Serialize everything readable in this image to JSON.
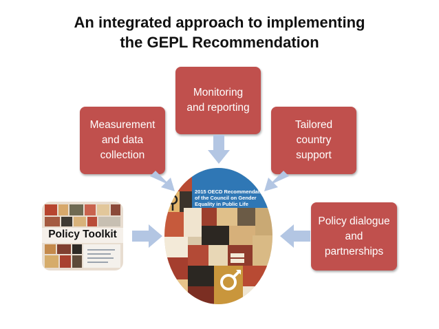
{
  "title": {
    "line1": "An integrated approach to implementing",
    "line2": "the GEPL Recommendation"
  },
  "boxes": {
    "measurement": [
      "Measurement",
      "and data",
      "collection"
    ],
    "monitoring": [
      "Monitoring",
      "and reporting"
    ],
    "tailored": [
      "Tailored",
      "country",
      "support"
    ],
    "policy_dialogue": [
      "Policy dialogue",
      "and",
      "partnerships"
    ]
  },
  "toolkit": {
    "label": "Policy Toolkit"
  },
  "center_cover": {
    "text": "2015 OECD Recommendation of the Council on Gender Equality in Public Life"
  },
  "colors": {
    "box": "#c0504d",
    "arrow": "#b3c6e3"
  }
}
